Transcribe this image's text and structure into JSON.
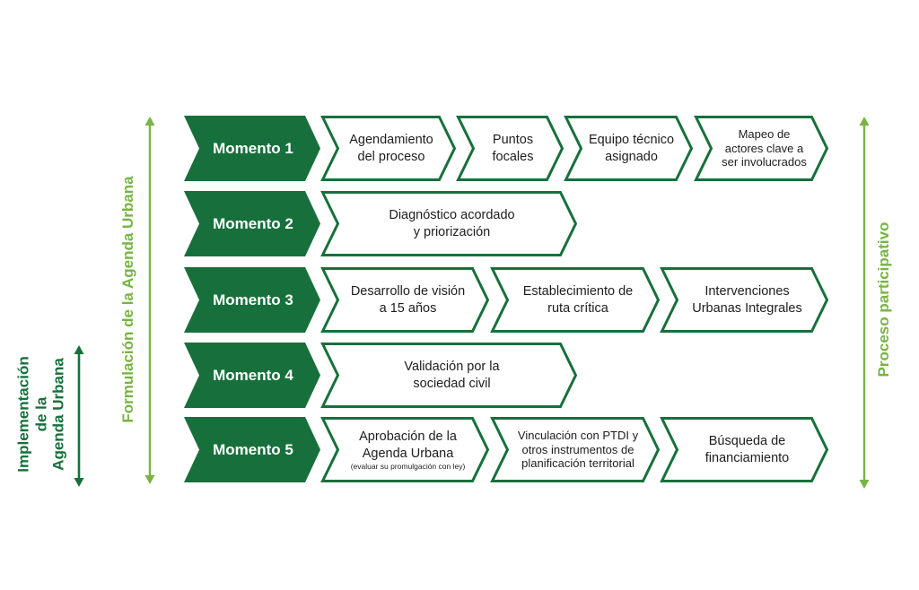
{
  "colors": {
    "primary_green": "#17703C",
    "light_green": "#78B443",
    "white": "#FFFFFF"
  },
  "left_labels": {
    "implementacion": [
      "Implementación",
      "de la",
      "Agenda Urbana"
    ],
    "formulacion": "Formulación de la Agenda Urbana"
  },
  "right_label": "Proceso participativo",
  "rows": [
    {
      "moment": "Momento 1",
      "steps": [
        {
          "lines": [
            "Agendamiento",
            "del proceso"
          ]
        },
        {
          "lines": [
            "Puntos",
            "focales"
          ]
        },
        {
          "lines": [
            "Equipo técnico",
            "asignado"
          ]
        },
        {
          "lines": [
            "Mapeo de",
            "actores clave a",
            "ser involucrados"
          ]
        }
      ]
    },
    {
      "moment": "Momento 2",
      "steps": [
        {
          "lines": [
            "Diagnóstico acordado",
            "y priorización"
          ]
        }
      ]
    },
    {
      "moment": "Momento 3",
      "steps": [
        {
          "lines": [
            "Desarrollo de visión",
            "a 15 años"
          ]
        },
        {
          "lines": [
            "Establecimiento de",
            "ruta crítica"
          ]
        },
        {
          "lines": [
            "Intervenciones",
            "Urbanas Integrales"
          ]
        }
      ]
    },
    {
      "moment": "Momento 4",
      "steps": [
        {
          "lines": [
            "Validación por la",
            "sociedad civil"
          ]
        }
      ]
    },
    {
      "moment": "Momento 5",
      "steps": [
        {
          "lines": [
            "Aprobación de la",
            "Agenda Urbana"
          ],
          "note": "(evaluar su promulgación con ley)"
        },
        {
          "lines": [
            "Vinculación con PTDI y",
            "otros instrumentos de",
            "planificación territorial"
          ]
        },
        {
          "lines": [
            "Búsqueda de",
            "financiamiento"
          ]
        }
      ]
    }
  ]
}
